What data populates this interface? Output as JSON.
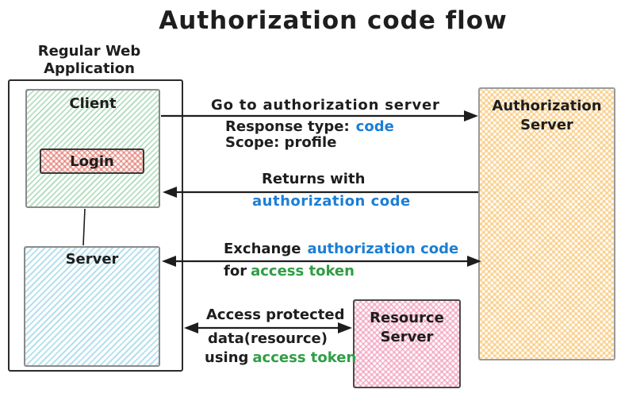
{
  "title": "Authorization code flow",
  "colors": {
    "text": "#1e1e1e",
    "highlight_blue": "#1c7ed6",
    "highlight_green": "#2f9e44",
    "client_fill": "#69be7d",
    "server_fill": "#76c7dd",
    "login_fill": "#e06a5e",
    "auth_fill": "#f7b955",
    "resource_fill": "#f18cb0"
  },
  "app_group": {
    "label_line1": "Regular Web",
    "label_line2": "Application"
  },
  "boxes": {
    "client": {
      "label": "Client"
    },
    "login": {
      "label": "Login"
    },
    "server": {
      "label": "Server"
    },
    "auth_server": {
      "label_line1": "Authorization",
      "label_line2": "Server"
    },
    "resource_server": {
      "label_line1": "Resource",
      "label_line2": "Server"
    }
  },
  "flows": {
    "go_to_auth": {
      "label": "Go to authorization server",
      "sub1_black": "Response type:",
      "sub1_blue": "code",
      "sub2": "Scope: profile"
    },
    "returns": {
      "label": "Returns with",
      "blue": "authorization code"
    },
    "exchange": {
      "black1": "Exchange",
      "blue1": "authorization code",
      "black2": "for",
      "green2": "access token"
    },
    "access": {
      "line1": "Access protected",
      "line2": "data(resource)",
      "black3": "using",
      "green3": "access token"
    }
  }
}
